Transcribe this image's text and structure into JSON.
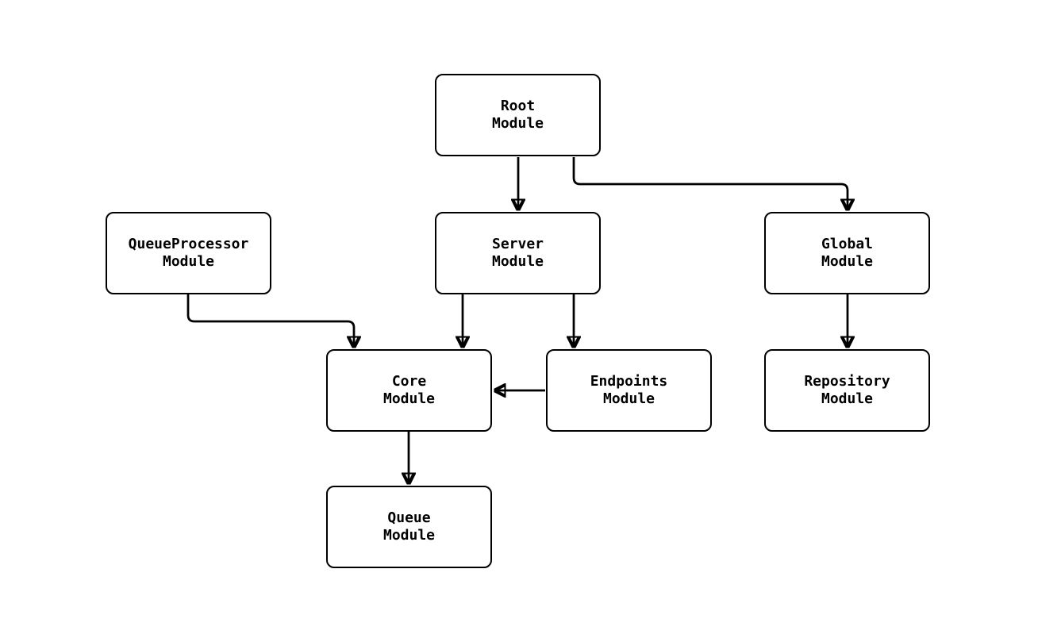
{
  "diagram": {
    "type": "module-dependency-flowchart",
    "colors": {
      "background": "#ffffff",
      "node_fill": "#ffffff",
      "node_border": "#000000",
      "text": "#000000",
      "edge": "#000000"
    },
    "nodes": [
      {
        "id": "root",
        "line1": "Root",
        "line2": "Module"
      },
      {
        "id": "queue-processor",
        "line1": "QueueProcessor",
        "line2": "Module"
      },
      {
        "id": "server",
        "line1": "Server",
        "line2": "Module"
      },
      {
        "id": "global",
        "line1": "Global",
        "line2": "Module"
      },
      {
        "id": "core",
        "line1": "Core",
        "line2": "Module"
      },
      {
        "id": "endpoints",
        "line1": "Endpoints",
        "line2": "Module"
      },
      {
        "id": "repository",
        "line1": "Repository",
        "line2": "Module"
      },
      {
        "id": "queue",
        "line1": "Queue",
        "line2": "Module"
      }
    ],
    "edges": [
      {
        "from": "Root Module",
        "to": "Server Module"
      },
      {
        "from": "Root Module",
        "to": "Global Module"
      },
      {
        "from": "QueueProcessor Module",
        "to": "Core Module"
      },
      {
        "from": "Server Module",
        "to": "Core Module"
      },
      {
        "from": "Server Module",
        "to": "Endpoints Module"
      },
      {
        "from": "Endpoints Module",
        "to": "Core Module"
      },
      {
        "from": "Global Module",
        "to": "Repository Module"
      },
      {
        "from": "Core Module",
        "to": "Queue Module"
      }
    ]
  }
}
